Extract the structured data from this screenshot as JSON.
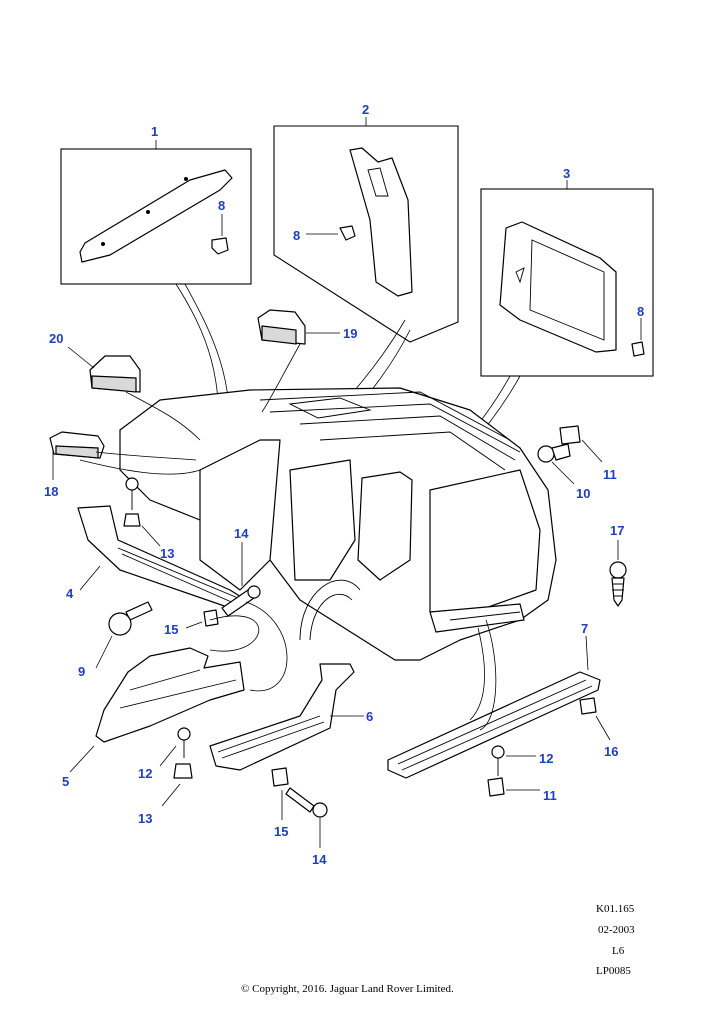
{
  "callouts": {
    "c1": "1",
    "c2": "2",
    "c3": "3",
    "c4": "4",
    "c5": "5",
    "c6": "6",
    "c7": "7",
    "c8a": "8",
    "c8b": "8",
    "c8c": "8",
    "c9": "9",
    "c10": "10",
    "c11a": "11",
    "c11b": "11",
    "c12a": "12",
    "c12b": "12",
    "c13a": "13",
    "c13b": "13",
    "c14a": "14",
    "c14b": "14",
    "c15a": "15",
    "c15b": "15",
    "c16": "16",
    "c17": "17",
    "c18": "18",
    "c19": "19",
    "c20": "20"
  },
  "meta": {
    "ref": "K01.165",
    "date": "02-2003",
    "level": "L6",
    "code": "LP0085",
    "copyright": "© Copyright, 2016. Jaguar Land Rover Limited."
  },
  "colors": {
    "callout": "#1f3fbf",
    "line": "#000000"
  }
}
